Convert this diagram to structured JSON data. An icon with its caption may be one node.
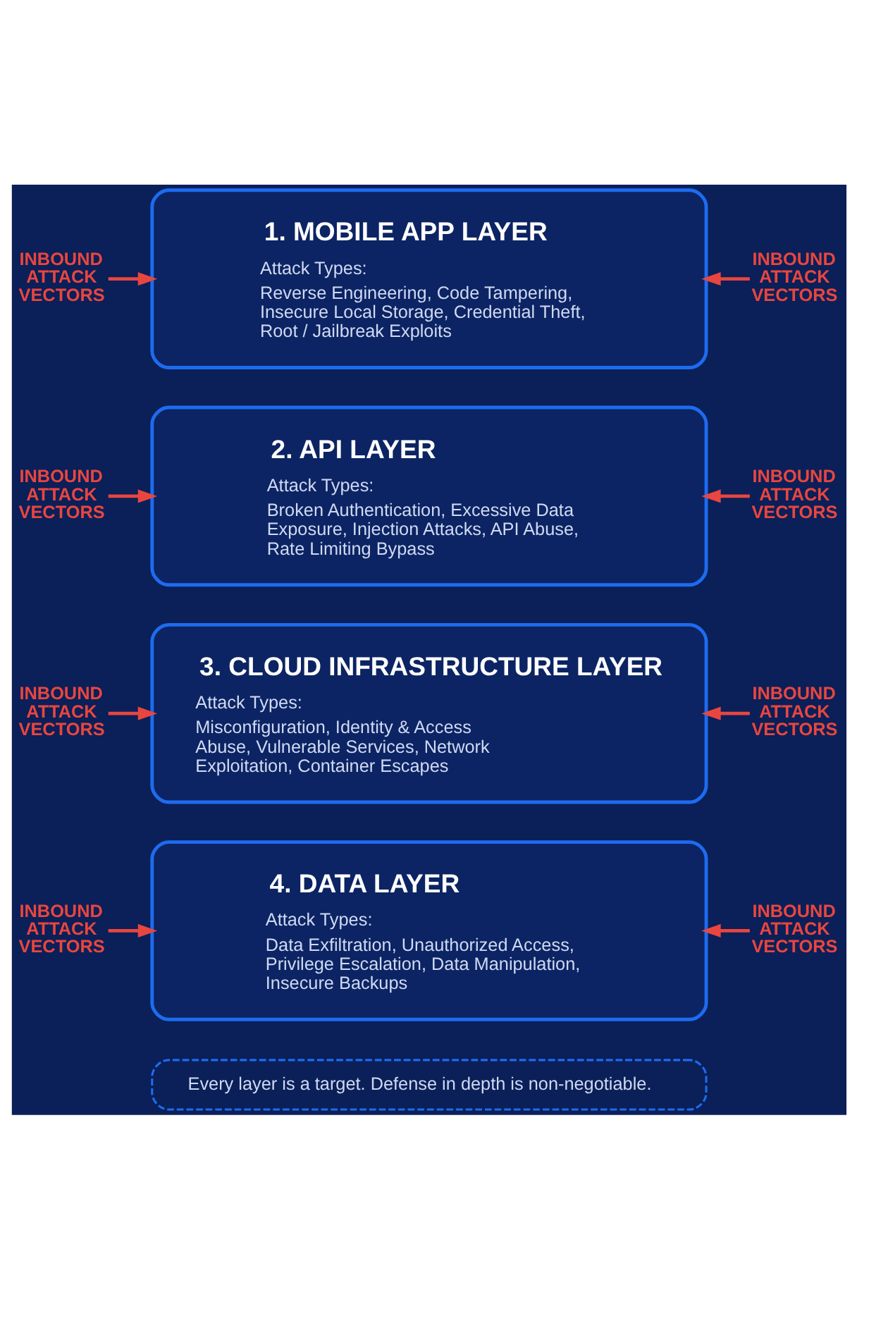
{
  "diagram": {
    "nodes": [
      {
        "text": [
          "INBOUND ATTACK VECTORS"
        ]
      },
      {
        "text": [
          "1. MOBILE APP LAYER",
          "Attack Types:",
          "Reverse Engineering, Code Tampering, Insecure Local Storage, Credential Theft, Root / Jailbreak Exploits"
        ]
      },
      {
        "text": [
          "INBOUND ATTACK VECTORS"
        ]
      },
      {
        "text": [
          "INBOUND ATTACK VECTORS"
        ]
      },
      {
        "text": [
          "2. API LAYER",
          "Attack Types:",
          "Broken Authentication, Excessive Data Exposure, Injection Attacks, API Abuse, Rate Limiting Bypass"
        ]
      },
      {
        "text": [
          "INBOUND ATTACK VECTORS"
        ]
      },
      {
        "text": [
          "INBOUND ATTACK VECTORS"
        ]
      },
      {
        "text": [
          "3. CLOUD INFRASTRUCTURE LAYER",
          "Attack Types:",
          "Misconfiguration, Identity & Access Abuse, Vulnerable Services, Network Exploitation, Container Escapes"
        ]
      },
      {
        "text": [
          "INBOUND ATTACK VECTORS"
        ]
      },
      {
        "text": [
          "INBOUND ATTACK VECTORS"
        ]
      },
      {
        "text": [
          "4. DATA LAYER",
          "Attack Types:",
          "Data Exfiltration, Unauthorized Access, Privilege Escalation, Data Manipulation, Insecure Backups"
        ]
      },
      {
        "text": [
          "INBOUND ATTACK VECTORS"
        ]
      },
      {
        "text": [
          "Every layer is a target. Defense in depth is non-negotiable."
        ]
      }
    ],
    "edges": [
      {
        "from": 0,
        "to": 1,
        "arrow": "to"
      },
      {
        "from": 2,
        "to": 1,
        "arrow": "to"
      },
      {
        "from": 3,
        "to": 4,
        "arrow": "to"
      },
      {
        "from": 5,
        "to": 4,
        "arrow": "to"
      },
      {
        "from": 6,
        "to": 7,
        "arrow": "to"
      },
      {
        "from": 8,
        "to": 7,
        "arrow": "to"
      },
      {
        "from": 9,
        "to": 10,
        "arrow": "to"
      },
      {
        "from": 11,
        "to": 10,
        "arrow": "to"
      }
    ]
  }
}
